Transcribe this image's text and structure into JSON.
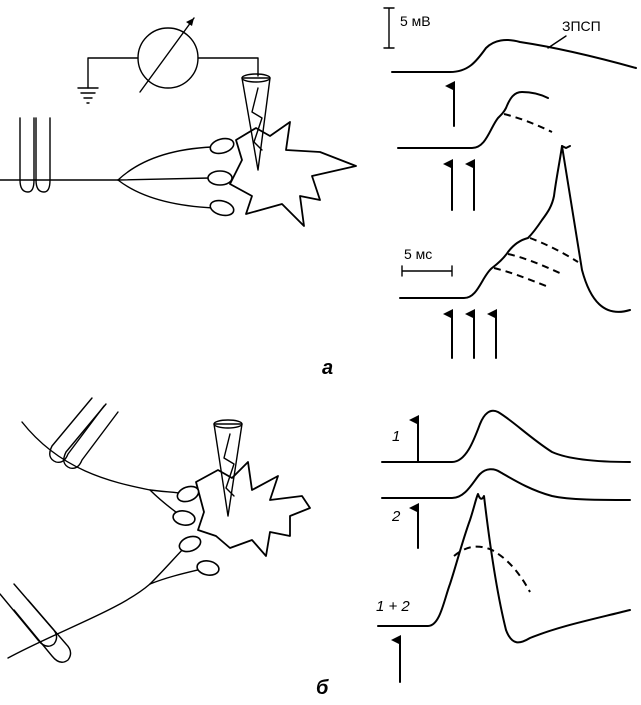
{
  "figure": {
    "panel_a_label": "а",
    "panel_b_label": "б",
    "scale_voltage": "5 мВ",
    "scale_time": "5 мс",
    "epsp_label": "ЗПСП",
    "trace_label_1": "1",
    "trace_label_2": "2",
    "trace_label_sum": "1 + 2"
  },
  "colors": {
    "ink": "#000000",
    "paper": "#ffffff"
  }
}
